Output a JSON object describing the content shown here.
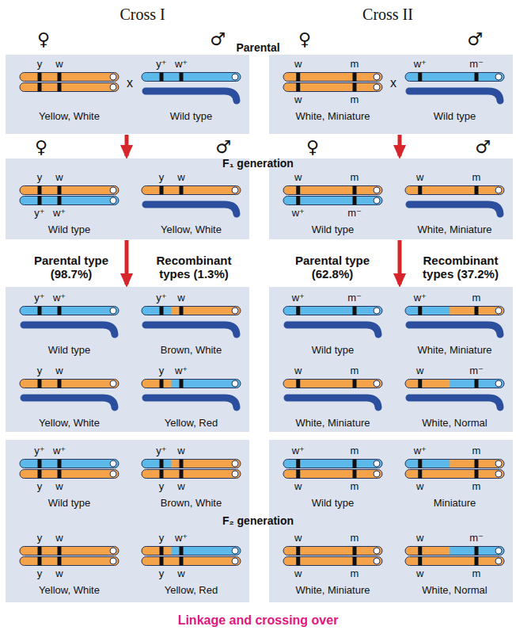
{
  "diagram": {
    "caption": "Linkage and crossing over",
    "nodes": [
      {
        "text": [
          "y",
          "w",
          "Yellow, White",
          "x",
          "y⁺",
          "w⁺",
          "Wild type"
        ]
      },
      {
        "text": [
          "w",
          "m",
          "w",
          "m",
          "White, Miniature",
          "x",
          "w⁺",
          "m⁻",
          "Wild type"
        ]
      },
      {
        "text": [
          "y",
          "w",
          "y⁺",
          "w⁺",
          "Wild type",
          "y",
          "w",
          "Yellow, White"
        ]
      },
      {
        "text": [
          "w",
          "m",
          "w⁺",
          "m⁻",
          "Wild type",
          "w",
          "m",
          "White, Miniature"
        ]
      },
      {
        "text": [
          "y⁺",
          "w⁺",
          "Wild type",
          "y⁺",
          "w",
          "Brown, White",
          "y",
          "w",
          "Yellow, White",
          "y",
          "w⁺",
          "Yellow, Red"
        ]
      },
      {
        "text": [
          "w⁺",
          "m⁻",
          "Wild type",
          "w⁺",
          "m",
          "White, Miniature",
          "w",
          "m",
          "White, Miniature",
          "w",
          "m⁻",
          "White, Normal"
        ]
      },
      {
        "text": [
          "y⁺",
          "w⁺",
          "y",
          "w",
          "Wild type",
          "y⁺",
          "w",
          "y",
          "w",
          "Brown, White",
          "y",
          "w",
          "y",
          "w",
          "Yellow, White",
          "y",
          "w⁺",
          "y",
          "w",
          "Yellow, Red"
        ]
      },
      {
        "text": [
          "w⁺",
          "m",
          "w",
          "m",
          "Wild type",
          "w⁺",
          "m",
          "w",
          "m",
          "Miniature",
          "w",
          "m",
          "w",
          "m",
          "White, Miniature",
          "w",
          "m⁻",
          "w",
          "m",
          "White, Normal"
        ]
      }
    ],
    "edges": [
      {
        "from": 0,
        "to": 2,
        "arrow": "to"
      },
      {
        "from": 1,
        "to": 3,
        "arrow": "to"
      },
      {
        "from": 2,
        "to": 4,
        "arrow": "to"
      },
      {
        "from": 3,
        "to": 5,
        "arrow": "to"
      }
    ],
    "labels": [
      "Cross I",
      "Cross II",
      "♀",
      "♂",
      "♀",
      "♂",
      "Parental",
      "♀",
      "♂",
      "♀",
      "♂",
      "F₁ generation",
      "Parental type (98.7%)",
      "Recombinant types (1.3%)",
      "Parental type (62.8%)",
      "Recombinant types (37.2%)",
      "F₂ generation"
    ]
  }
}
